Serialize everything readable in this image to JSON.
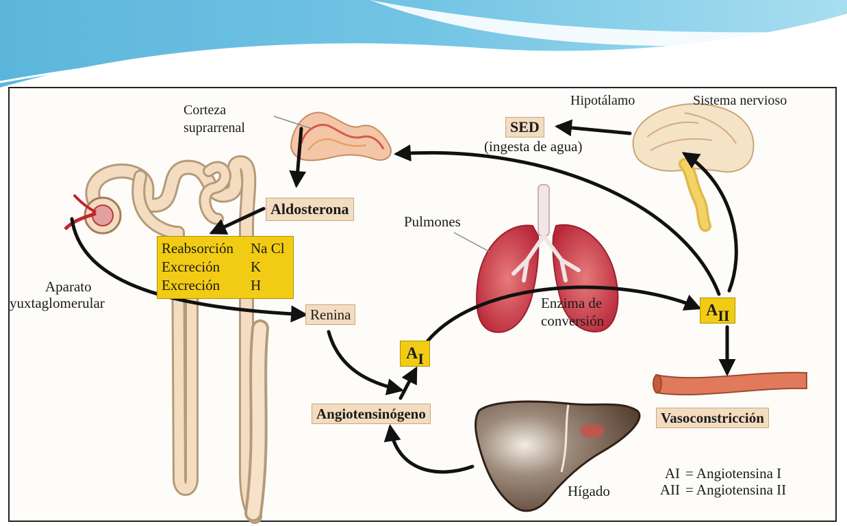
{
  "labels": {
    "corteza_line1": "Corteza",
    "corteza_line2": "suprarrenal",
    "hipotalamo": "Hipotálamo",
    "sistema_nervioso": "Sistema nervioso",
    "sed": "SED",
    "ingesta": "(ingesta de agua)",
    "aldosterona": "Aldosterona",
    "pulmones": "Pulmones",
    "aparato_line1": "Aparato",
    "aparato_line2": "yuxtaglomerular",
    "renina": "Renina",
    "enzima_line1": "Enzima de",
    "enzima_line2": "conversión",
    "a2_main": "A",
    "a2_sub": "II",
    "a1_main": "A",
    "a1_sub": "I",
    "angiotensinogeno": "Angiotensinógeno",
    "vasoconstriccion": "Vasoconstricción",
    "higado": "Hígado"
  },
  "effects": [
    {
      "action": "Reabsorción",
      "ion": "Na Cl"
    },
    {
      "action": "Excreción",
      "ion": "K"
    },
    {
      "action": "Excreción",
      "ion": "H"
    }
  ],
  "legend": [
    {
      "abbr": "AI",
      "meaning": "= Angiotensina I"
    },
    {
      "abbr": "AII",
      "meaning": "= Angiotensina II"
    }
  ],
  "colors": {
    "label_box": "#f3dcc0",
    "highlight_box": "#f2cc14",
    "arrow": "#111111",
    "header_blue": "#5fb8dc"
  }
}
